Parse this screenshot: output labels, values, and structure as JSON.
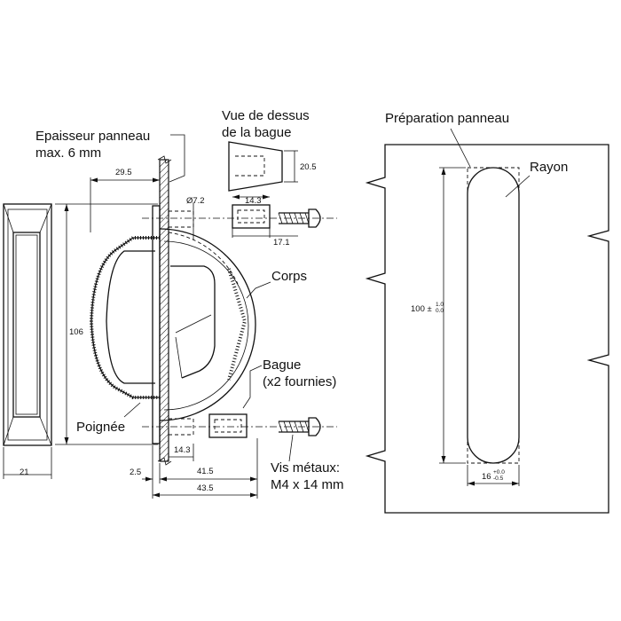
{
  "labels": {
    "epaisseur_1": "Epaisseur panneau",
    "epaisseur_2": "max. 6 mm",
    "vue_1": "Vue de dessus",
    "vue_2": "de la bague",
    "corps": "Corps",
    "bague_1": "Bague",
    "bague_2": "(x2 fournies)",
    "poignee": "Poignée",
    "vis_1": "Vis métaux:",
    "vis_2": "M4 x 14 mm",
    "preparation": "Préparation panneau",
    "rayon": "Rayon"
  },
  "dimensions": {
    "d_29_5": "29.5",
    "d_20_5": "20.5",
    "d_7_2": "Ø7.2",
    "d_14_3_top": "14.3",
    "d_17_1": "17.1",
    "d_106": "106",
    "d_14_3_bottom": "14.3",
    "d_21": "21",
    "d_2_5": "2.5",
    "d_41_5": "41.5",
    "d_43_5": "43.5",
    "d_100": "100 ±",
    "d_100_tol_upper": "1.0",
    "d_100_tol_lower": "0.0",
    "d_16": "16",
    "d_16_tol_upper": "+0.0",
    "d_16_tol_lower": "-0.5"
  }
}
